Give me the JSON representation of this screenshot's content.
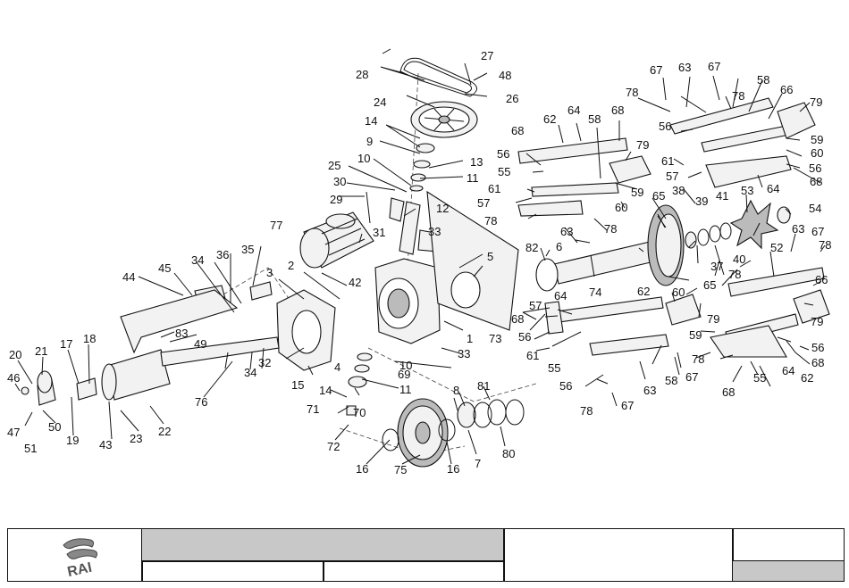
{
  "diagram": {
    "part_numbers": [
      "1",
      "2",
      "3",
      "4",
      "5",
      "6",
      "7",
      "8",
      "9",
      "10",
      "11",
      "12",
      "13",
      "14",
      "15",
      "16",
      "17",
      "18",
      "19",
      "20",
      "21",
      "22",
      "23",
      "24",
      "25",
      "26",
      "27",
      "28",
      "29",
      "30",
      "31",
      "32",
      "33",
      "34",
      "35",
      "36",
      "37",
      "38",
      "39",
      "40",
      "41",
      "42",
      "43",
      "44",
      "45",
      "46",
      "47",
      "48",
      "49",
      "50",
      "51",
      "52",
      "53",
      "54",
      "55",
      "56",
      "57",
      "58",
      "59",
      "60",
      "61",
      "62",
      "63",
      "64",
      "65",
      "66",
      "67",
      "68",
      "69",
      "70",
      "71",
      "72",
      "73",
      "74",
      "75",
      "76",
      "77",
      "78",
      "79",
      "80",
      "81",
      "82",
      "83"
    ]
  },
  "title_block": {
    "logo_text": "RAI",
    "fields": [
      "",
      "",
      "",
      "",
      "",
      ""
    ]
  }
}
